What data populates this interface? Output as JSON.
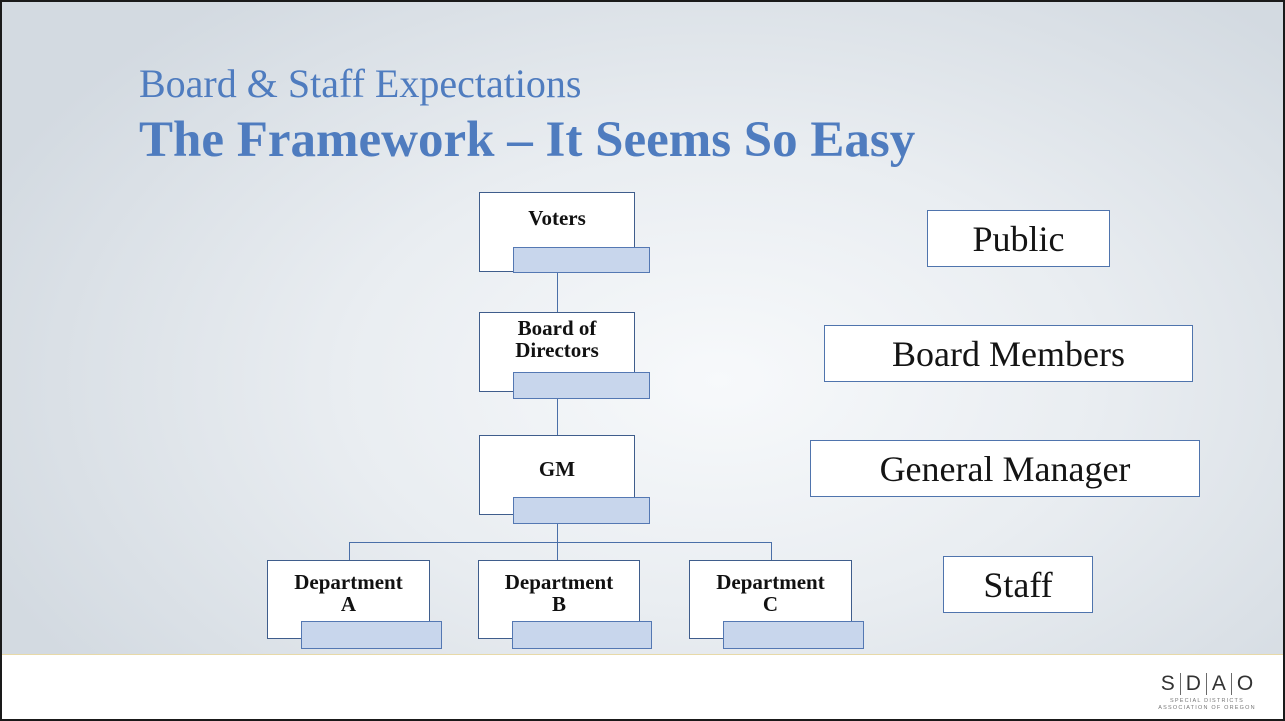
{
  "title": {
    "line1": "Board & Staff Expectations",
    "line2": "The Framework – It Seems So Easy"
  },
  "org_chart": {
    "voters": "Voters",
    "board": "Board of Directors",
    "gm": "GM",
    "departments": [
      {
        "line1": "Department",
        "line2": "A"
      },
      {
        "line1": "Department",
        "line2": "B"
      },
      {
        "line1": "Department",
        "line2": "C"
      }
    ]
  },
  "levels": [
    "Public",
    "Board Members",
    "General Manager",
    "Staff"
  ],
  "logo": {
    "letters": [
      "S",
      "D",
      "A",
      "O"
    ],
    "subtitle_line1": "SPECIAL DISTRICTS",
    "subtitle_line2": "ASSOCIATION OF OREGON"
  },
  "colors": {
    "title": "#4f7cbf",
    "node_border": "#3f5d8c",
    "node_sub_fill": "#c8d6ec",
    "connector": "#4a6fa8"
  }
}
